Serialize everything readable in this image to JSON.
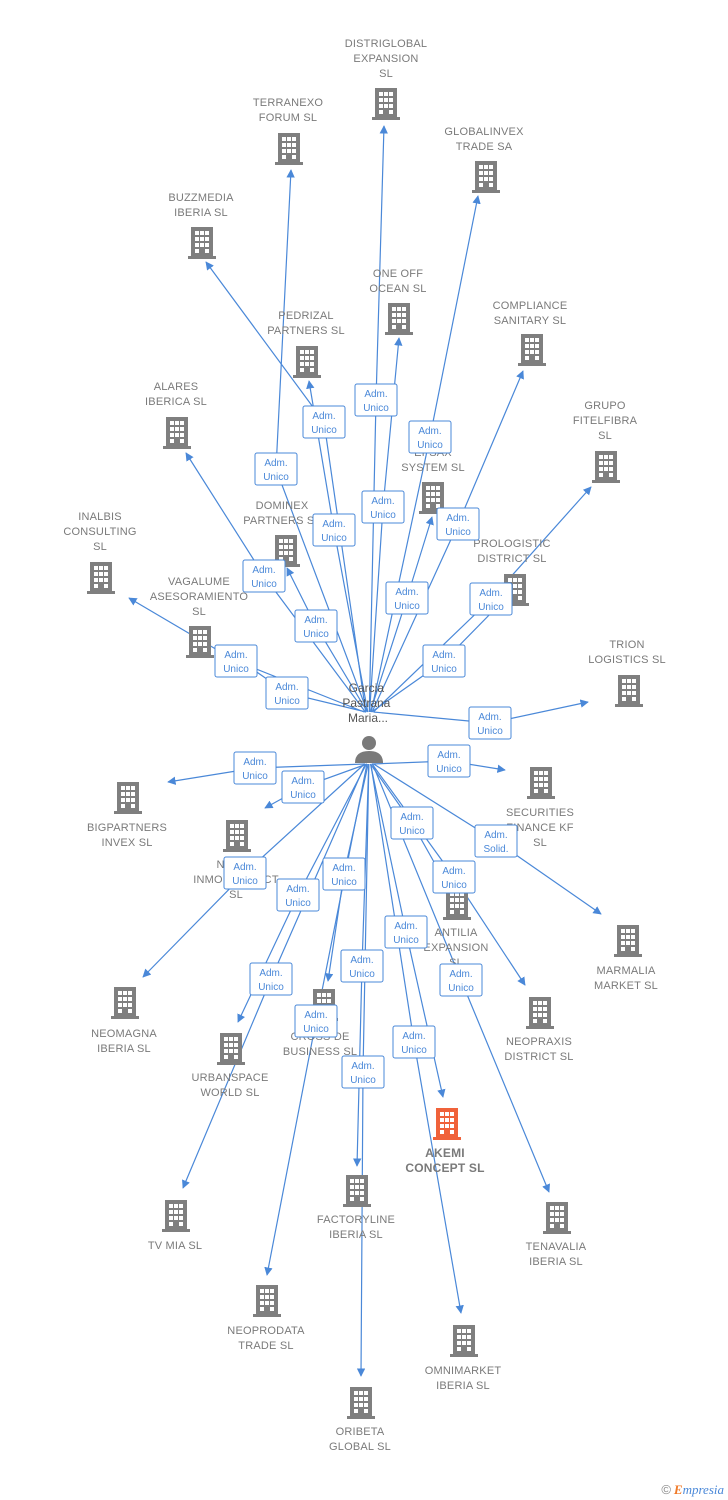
{
  "person": {
    "label": [
      "Garcia",
      "Pastrana",
      "Maria..."
    ]
  },
  "colors": {
    "edge": "#4a88d8",
    "building": "#7f7f7f",
    "focus_building": "#f0623a"
  },
  "companies": [
    {
      "id": "distriglobal-expansion-sl",
      "label": [
        "DISTRIGLOBAL",
        "EXPANSION",
        "SL"
      ],
      "role": [
        "Adm.",
        "Unico"
      ]
    },
    {
      "id": "terranexo-forum-sl",
      "label": [
        "TERRANEXO",
        "FORUM  SL"
      ],
      "role": [
        "Adm.",
        "Unico"
      ]
    },
    {
      "id": "globalinvex-trade-sa",
      "label": [
        "GLOBALINVEX",
        "TRADE SA"
      ],
      "role": [
        "Adm.",
        "Unico"
      ]
    },
    {
      "id": "buzzmedia-iberia-sl",
      "label": [
        "BUZZMEDIA",
        "IBERIA  SL"
      ],
      "role": [
        "Adm.",
        "Unico"
      ]
    },
    {
      "id": "one-off-ocean-sl",
      "label": [
        "ONE OFF",
        "OCEAN  SL"
      ],
      "role": [
        "Adm.",
        "Unico"
      ]
    },
    {
      "id": "pedrizal-partners-sl",
      "label": [
        "PEDRIZAL",
        "PARTNERS  SL"
      ],
      "role": [
        "Adm.",
        "Unico"
      ]
    },
    {
      "id": "compliance-sanitary-sl",
      "label": [
        "COMPLIANCE",
        "SANITARY  SL"
      ],
      "role": [
        "Adm.",
        "Unico"
      ]
    },
    {
      "id": "alares-iberica-sl",
      "label": [
        "ALARES",
        "IBERICA  SL"
      ],
      "role": [
        "Adm.",
        "Unico"
      ]
    },
    {
      "id": "grupo-fitelfibra-sl",
      "label": [
        "GRUPO",
        "FITELFIBRA",
        "SL"
      ],
      "role": [
        "Adm.",
        "Unico"
      ]
    },
    {
      "id": "epsax-system-sl",
      "label": [
        "EPSAX",
        "SYSTEM  SL"
      ],
      "role": [
        "Adm.",
        "Unico"
      ]
    },
    {
      "id": "dominex-partners-sl",
      "label": [
        "DOMINEX",
        "PARTNERS  SL"
      ],
      "role": [
        "Adm.",
        "Unico"
      ]
    },
    {
      "id": "inalbis-consulting-sl",
      "label": [
        "INALBIS",
        "CONSULTING",
        "SL"
      ],
      "role": [
        "Adm.",
        "Unico"
      ]
    },
    {
      "id": "prologistic-district-sl",
      "label": [
        "PROLOGISTIC",
        "DISTRICT  SL"
      ],
      "role": [
        "Adm.",
        "Unico"
      ]
    },
    {
      "id": "vagalume-asesoramiento-sl",
      "label": [
        "VAGALUME",
        "ASESORAMIENTO",
        "SL"
      ],
      "role": [
        "Adm.",
        "Unico"
      ]
    },
    {
      "id": "trion-logistics-sl",
      "label": [
        "TRION",
        "LOGISTICS  SL"
      ],
      "role": [
        "Adm.",
        "Unico"
      ]
    },
    {
      "id": "securities-finance-kf-sl",
      "label": [
        "SECURITIES",
        "FINANCE KF",
        "SL"
      ],
      "role": [
        "Adm.",
        "Unico"
      ]
    },
    {
      "id": "bigpartners-invex-sl",
      "label": [
        "BIGPARTNERS",
        "INVEX  SL"
      ],
      "role": [
        "Adm.",
        "Unico"
      ]
    },
    {
      "id": "nexus-inmo-project-sl",
      "label": [
        "NEXUS",
        "INMO PROJECT",
        "SL"
      ],
      "role": [
        "Adm.",
        "Unico"
      ]
    },
    {
      "id": "marmalia-market-sl",
      "label": [
        "MARMALIA",
        "MARKET  SL"
      ],
      "role": [
        "Adm.",
        "Solid."
      ]
    },
    {
      "id": "antilia-expansion-sl",
      "label": [
        "ANTILIA",
        "EXPANSION",
        "SL"
      ],
      "role": [
        "Adm.",
        "Unico"
      ]
    },
    {
      "id": "neomagna-iberia-sl",
      "label": [
        "NEOMAGNA",
        "IBERIA  SL"
      ],
      "role": [
        "Adm.",
        "Unico"
      ]
    },
    {
      "id": "cross-de-business-sl",
      "label": [
        "CROSS DE",
        "BUSINESS  SL"
      ],
      "role": [
        "Adm.",
        "Unico"
      ]
    },
    {
      "id": "neopraxis-district-sl",
      "label": [
        "NEOPRAXIS",
        "DISTRICT  SL"
      ],
      "role": [
        "Adm.",
        "Unico"
      ]
    },
    {
      "id": "urbanspace-world-sl",
      "label": [
        "URBANSPACE",
        "WORLD  SL"
      ],
      "role": [
        "Adm.",
        "Unico"
      ]
    },
    {
      "id": "akemi-concept-sl",
      "label": [
        "AKEMI",
        "CONCEPT  SL"
      ],
      "role": [
        "Adm.",
        "Unico"
      ],
      "focus": true
    },
    {
      "id": "factoryline-iberia-sl",
      "label": [
        "FACTORYLINE",
        "IBERIA  SL"
      ],
      "role": [
        "Adm.",
        "Unico"
      ]
    },
    {
      "id": "tv-mia-sl",
      "label": [
        "TV MIA  SL"
      ],
      "role": [
        "Adm.",
        "Unico"
      ]
    },
    {
      "id": "tenavalia-iberia-sl",
      "label": [
        "TENAVALIA",
        "IBERIA  SL"
      ],
      "role": [
        "Adm.",
        "Unico"
      ]
    },
    {
      "id": "neoprodata-trade-sl",
      "label": [
        "NEOPRODATA",
        "TRADE  SL"
      ],
      "role": [
        "Adm.",
        "Unico"
      ]
    },
    {
      "id": "omnimarket-iberia-sl",
      "label": [
        "OMNIMARKET",
        "IBERIA  SL"
      ],
      "role": [
        "Adm.",
        "Unico"
      ]
    },
    {
      "id": "oribeta-global-sl",
      "label": [
        "ORIBETA",
        "GLOBAL  SL"
      ],
      "role": [
        "Adm.",
        "Unico"
      ]
    }
  ],
  "footer": {
    "copyright": "©",
    "brand_first": "E",
    "brand_rest": "mpresia"
  }
}
